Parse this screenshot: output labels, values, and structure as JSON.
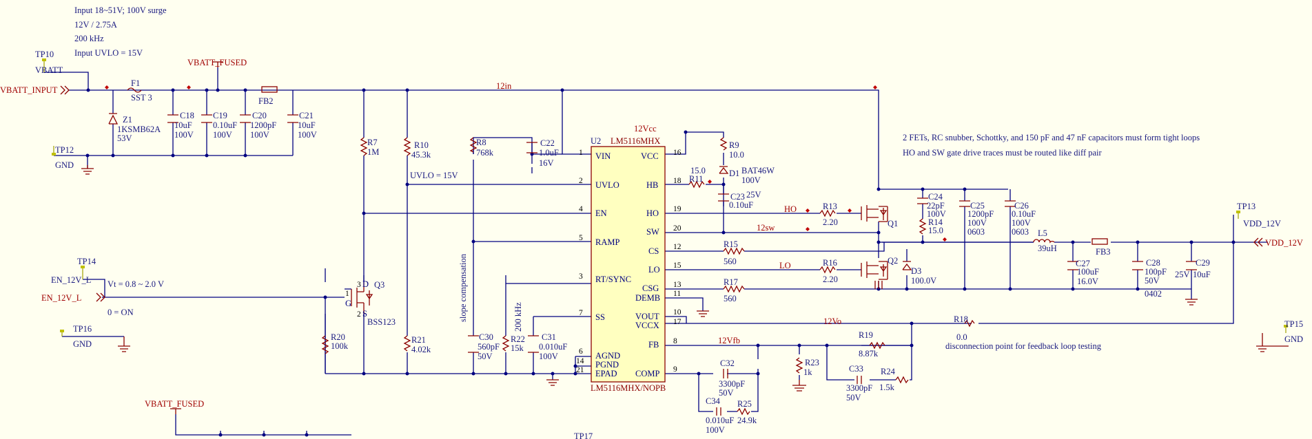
{
  "colors": {
    "background": "#fffff0",
    "wire": "#000080",
    "component": "#8b0000",
    "net_label": "#a00000",
    "ic_body": "#ffffc0",
    "ic_border": "#8b0000"
  },
  "notes": {
    "input": "Input 18~51V; 100V surge",
    "output": "12V / 2.75A",
    "freq": "200 kHz",
    "uvlo": "Input UVLO = 15V",
    "layout1": "2 FETs, RC snubber, Schottky, and 150 pF and 47 nF capacitors must form tight loops",
    "layout2": "HO and SW gate drive traces must be routed like diff pair",
    "vt": "Vt = 0.8 ~ 2.0 V",
    "on": "0 = ON",
    "uvlo_net": "UVLO = 15V",
    "slope": "slope compensation",
    "f200": "200 kHz",
    "disconnect": "disconnection point for feedback loop testing"
  },
  "nets": {
    "vbatt_input": "VBATT_INPUT",
    "vbatt_fused": "VBATT_FUSED",
    "vbatt_fused2": "VBATT_FUSED",
    "en_12v_l": "EN_12V_L",
    "vdd_12v": "VDD_12V",
    "n12in": "12in",
    "n12vcc": "12Vcc",
    "n12sw": "12sw",
    "n12vo": "12Vo",
    "n12vfb": "12Vfb",
    "ho": "HO",
    "lo": "LO"
  },
  "testpoints": [
    {
      "ref": "TP10",
      "net": "VBATT"
    },
    {
      "ref": "TP12",
      "net": "GND"
    },
    {
      "ref": "TP14",
      "net": "EN_12V_L"
    },
    {
      "ref": "TP16",
      "net": "GND"
    },
    {
      "ref": "TP13",
      "net": "VDD_12V"
    },
    {
      "ref": "TP15",
      "net": "GND"
    },
    {
      "ref": "TP17",
      "net": ""
    }
  ],
  "components": {
    "f1": [
      "F1",
      "SST 3"
    ],
    "z1": [
      "Z1",
      "1KSMB62A",
      "53V"
    ],
    "fb2": [
      "FB2"
    ],
    "c18": [
      "C18",
      "10uF",
      "100V"
    ],
    "c19": [
      "C19",
      "0.10uF",
      "100V"
    ],
    "c20": [
      "C20",
      "1200pF",
      "100V"
    ],
    "c21": [
      "C21",
      "10uF",
      "100V"
    ],
    "r7": [
      "R7",
      "1M"
    ],
    "r10": [
      "R10",
      "45.3k"
    ],
    "r8": [
      "R8",
      "768k"
    ],
    "c22": [
      "C22",
      "1.0uF",
      "16V"
    ],
    "r9": [
      "R9",
      "10.0"
    ],
    "d1": [
      "D1",
      "BAT46W",
      "100V"
    ],
    "r11": [
      "R11",
      "15.0"
    ],
    "c23": [
      "C23",
      "25V",
      "0.10uF"
    ],
    "r13": [
      "R13",
      "2.20"
    ],
    "q1": [
      "Q1"
    ],
    "c24": [
      "C24",
      "22pF",
      "100V"
    ],
    "r14": [
      "R14",
      "15.0"
    ],
    "c25": [
      "C25",
      "1200pF",
      "100V",
      "0603"
    ],
    "c26": [
      "C26",
      "0.10uF",
      "100V",
      "0603"
    ],
    "l5": [
      "L5",
      "39uH"
    ],
    "fb3": [
      "FB3"
    ],
    "c27": [
      "C27",
      "100uF",
      "16.0V"
    ],
    "c28": [
      "C28",
      "100pF",
      "50V",
      "0402"
    ],
    "c29": [
      "C29",
      "25V",
      "10uF"
    ],
    "r15": [
      "R15",
      "560"
    ],
    "r16": [
      "R16",
      "2.20"
    ],
    "q2": [
      "Q2"
    ],
    "d3": [
      "D3",
      "100.0V"
    ],
    "r17": [
      "R17",
      "560"
    ],
    "q3": [
      "Q3",
      "BSS123"
    ],
    "r20": [
      "R20",
      "100k"
    ],
    "r21": [
      "R21",
      "4.02k"
    ],
    "c30": [
      "C30",
      "560pF",
      "50V"
    ],
    "r22": [
      "R22",
      "15k"
    ],
    "c31": [
      "C31",
      "0.010uF",
      "100V"
    ],
    "c32": [
      "C32",
      "3300pF",
      "50V"
    ],
    "c34": [
      "C34",
      "0.010uF",
      "100V"
    ],
    "r25": [
      "R25",
      "24.9k"
    ],
    "r23": [
      "R23",
      "1k"
    ],
    "r19": [
      "R19",
      "8.87k"
    ],
    "c33": [
      "C33",
      "3300pF",
      "50V"
    ],
    "r24": [
      "R24",
      "1.5k"
    ],
    "r18": [
      "R18",
      "0.0"
    ]
  },
  "ic": {
    "ref": "U2",
    "part": "LM5116MHX",
    "part_full": "LM5116MHX/NOPB",
    "left_pins": [
      {
        "num": "1",
        "name": "VIN"
      },
      {
        "num": "2",
        "name": "UVLO"
      },
      {
        "num": "4",
        "name": "EN"
      },
      {
        "num": "5",
        "name": "RAMP"
      },
      {
        "num": "3",
        "name": "RT/SYNC"
      },
      {
        "num": "7",
        "name": "SS"
      },
      {
        "num": "6",
        "name": "AGND"
      },
      {
        "num": "14",
        "name": "PGND"
      },
      {
        "num": "21",
        "name": "EPAD"
      }
    ],
    "right_pins": [
      {
        "num": "16",
        "name": "VCC"
      },
      {
        "num": "18",
        "name": "HB"
      },
      {
        "num": "19",
        "name": "HO"
      },
      {
        "num": "20",
        "name": "SW"
      },
      {
        "num": "12",
        "name": "CS"
      },
      {
        "num": "15",
        "name": "LO"
      },
      {
        "num": "13",
        "name": "CSG"
      },
      {
        "num": "11",
        "name": "DEMB"
      },
      {
        "num": "10",
        "name": "VOUT"
      },
      {
        "num": "17",
        "name": "VCCX"
      },
      {
        "num": "8",
        "name": "FB"
      },
      {
        "num": "9",
        "name": "COMP"
      }
    ]
  },
  "q3_pins": {
    "d": "3",
    "dl": "D",
    "g": "1",
    "gl": "G",
    "s": "2",
    "sl": "S"
  }
}
